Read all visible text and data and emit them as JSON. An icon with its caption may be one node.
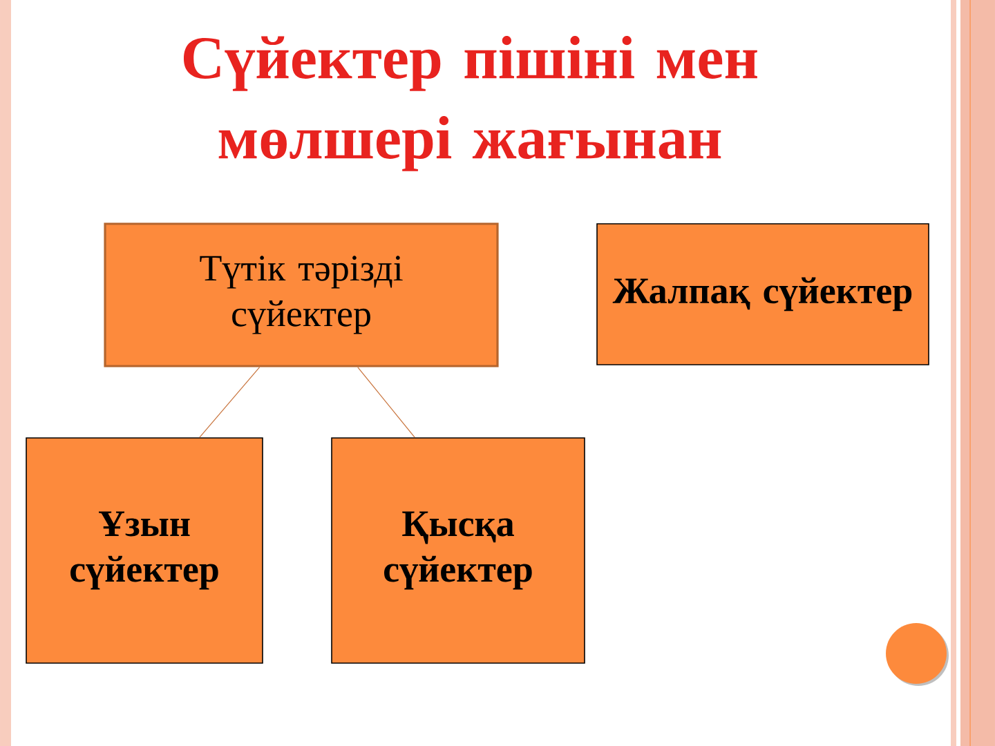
{
  "diagram": {
    "title": "Сүйектер пішіні мен мөлшері жағынан",
    "nodes": [
      {
        "text": [
          "Түтік тәрізді сүйектер"
        ]
      },
      {
        "text": [
          "Жалпақ сүйектер"
        ]
      },
      {
        "text": [
          "Ұзын сүйектер"
        ]
      },
      {
        "text": [
          "Қысқа сүйектер"
        ]
      }
    ],
    "edges": [
      {
        "from": 0,
        "to": 2,
        "arrow": "none"
      },
      {
        "from": 0,
        "to": 3,
        "arrow": "none"
      }
    ]
  }
}
